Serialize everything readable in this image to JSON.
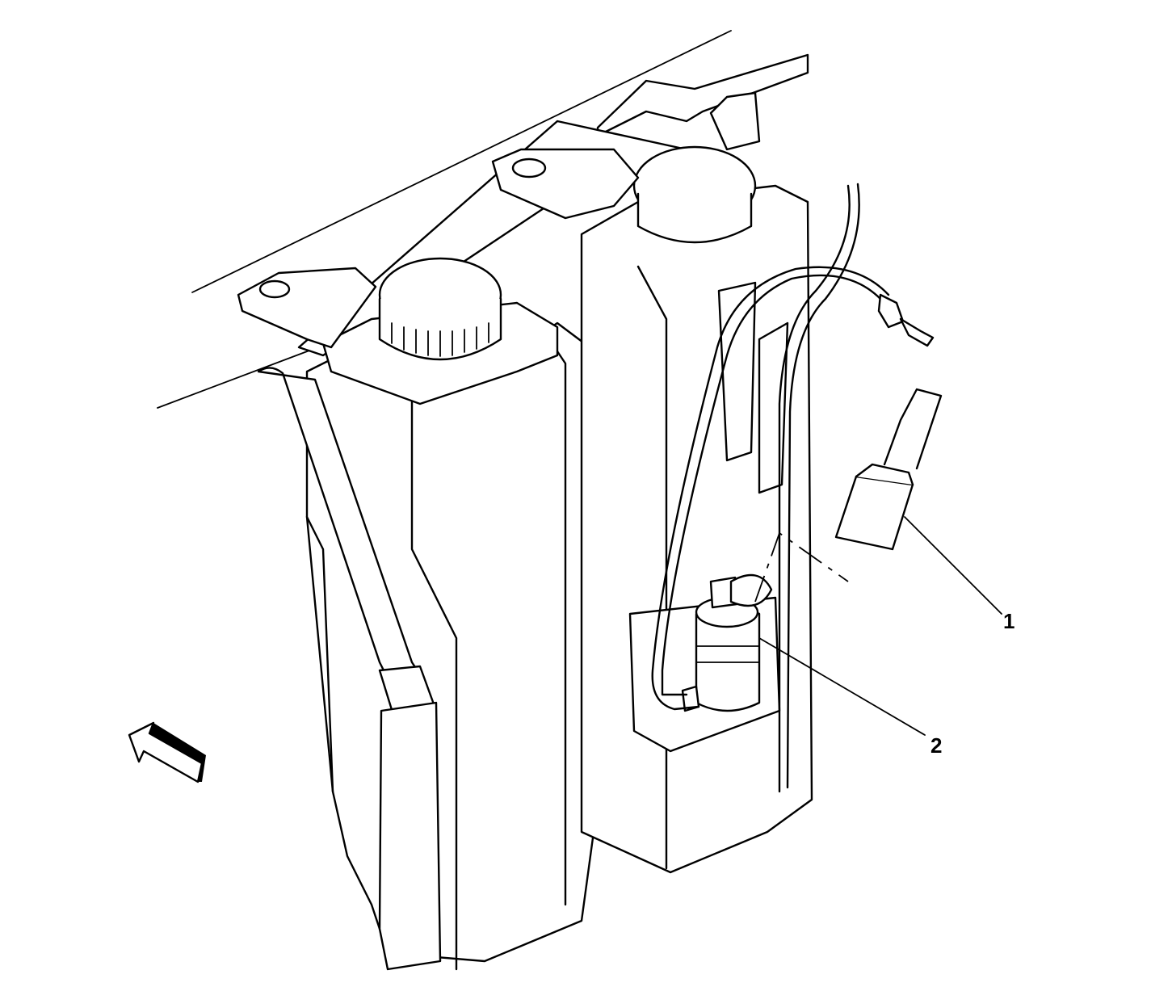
{
  "diagram": {
    "callouts": [
      {
        "id": "1",
        "label": "1"
      },
      {
        "id": "2",
        "label": "2"
      }
    ],
    "colors": {
      "line": "#000000",
      "background": "#ffffff"
    },
    "icons": [
      "direction-arrow-icon"
    ]
  }
}
